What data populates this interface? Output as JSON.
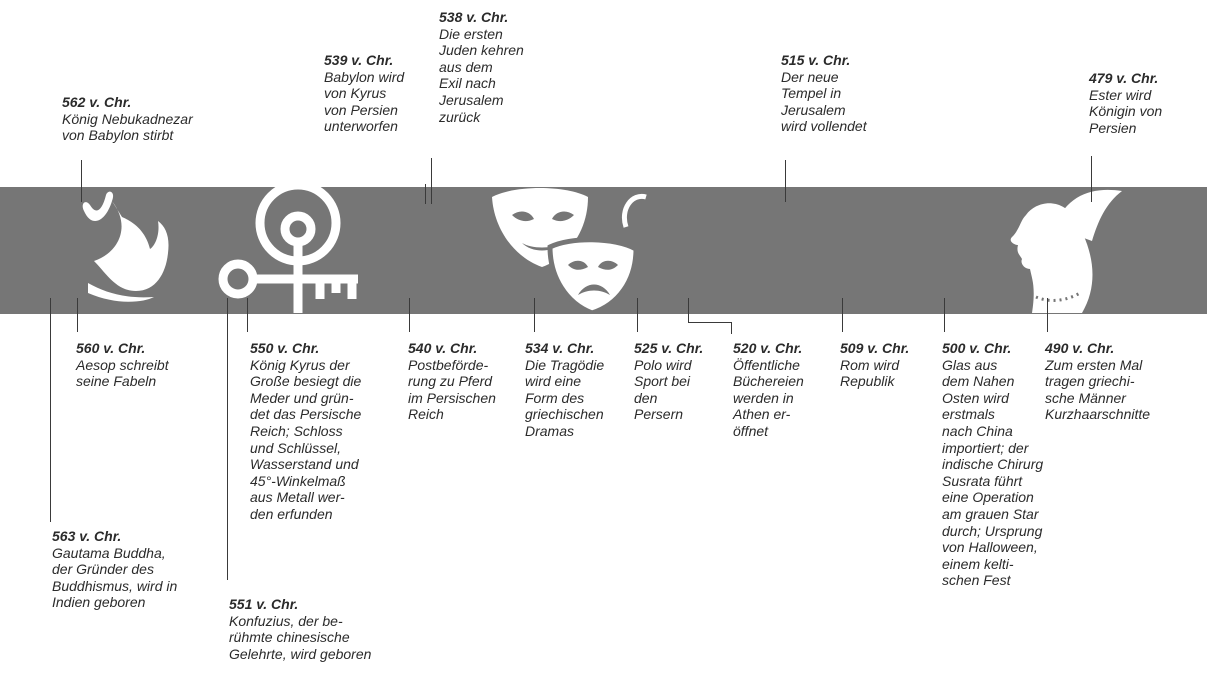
{
  "events": {
    "e562": {
      "date": "562 v. Chr.",
      "text": "König Nebukadnezar\nvon Babylon stirbt"
    },
    "e539": {
      "date": "539 v. Chr.",
      "text": "Babylon wird\nvon Kyrus\nvon Persien\nunterworfen"
    },
    "e538": {
      "date": "538 v. Chr.",
      "text": "Die ersten\nJuden kehren\naus dem\nExil nach\nJerusalem\nzurück"
    },
    "e515": {
      "date": "515 v. Chr.",
      "text": "Der neue\nTempel in\nJerusalem\nwird vollendet"
    },
    "e479": {
      "date": "479 v. Chr.",
      "text": "Ester wird\nKönigin von\nPersien"
    },
    "e560": {
      "date": "560 v. Chr.",
      "text": "Aesop schreibt\nseine Fabeln"
    },
    "e550": {
      "date": "550 v. Chr.",
      "text": "König Kyrus der\nGroße besiegt die\nMeder und grün-\ndet das Persische\nReich; Schloss\nund Schlüssel,\nWasserstand und\n45°-Winkelmaß\naus Metall wer-\nden erfunden"
    },
    "e540": {
      "date": "540 v. Chr.",
      "text": "Postbeförde-\nrung zu Pferd\nim Persischen\nReich"
    },
    "e534": {
      "date": "534 v. Chr.",
      "text": "Die Tragödie\nwird eine\nForm des\ngriechischen\nDramas"
    },
    "e525": {
      "date": "525 v. Chr.",
      "text": "Polo wird\nSport bei\nden\nPersern"
    },
    "e520": {
      "date": "520 v. Chr.",
      "text": "Öffentliche\nBüchereien\nwerden in\nAthen er-\nöffnet"
    },
    "e509": {
      "date": "509 v. Chr.",
      "text": "Rom wird\nRepublik"
    },
    "e500": {
      "date": "500 v. Chr.",
      "text": "Glas aus\ndem Nahen\nOsten wird\nerstmals\nnach China\nimportiert; der\nindische Chirurg\nSusrata führt\neine Operation\nam grauen Star\ndurch; Ursprung\nvon Halloween,\neinem kelti-\nschen Fest"
    },
    "e490": {
      "date": "490 v. Chr.",
      "text": "Zum ersten Mal\ntragen griechi-\nsche Männer\nKurzhaarschnitte"
    },
    "e563": {
      "date": "563 v. Chr.",
      "text": "Gautama Buddha,\nder Gründer des\nBuddhismus, wird in\nIndien geboren"
    },
    "e551": {
      "date": "551 v. Chr.",
      "text": "Konfuzius, der be-\nrühmte chinesische\nGelehrte, wird geboren"
    }
  },
  "icons": [
    "hand-icon",
    "key-and-lock-icon",
    "theater-masks-icon",
    "woman-profile-icon"
  ],
  "colors": {
    "band": "#767676",
    "icon": "#ffffff",
    "text": "#2b2b2b"
  }
}
